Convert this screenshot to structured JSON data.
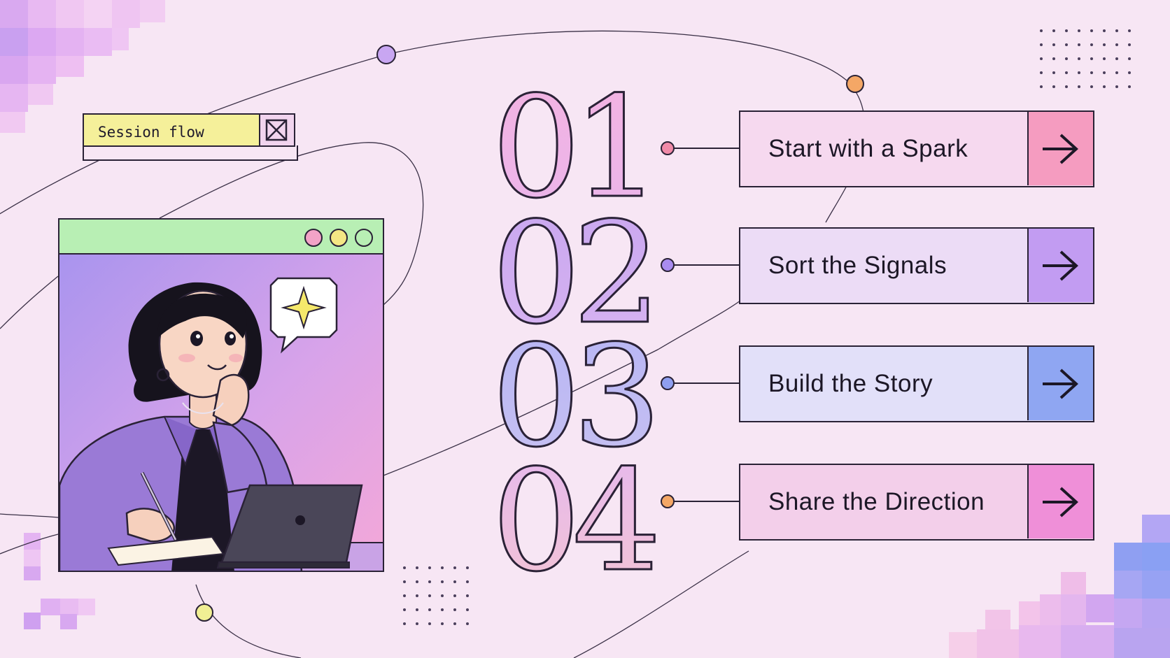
{
  "session_chip": {
    "label": "Session flow",
    "close_icon": "close-box-icon"
  },
  "illustration": {
    "window_dots": [
      "#f2a3c7",
      "#f4e784",
      "#b8efb4"
    ],
    "subject": "woman-thinking-with-tablet",
    "speech_bubble_icon": "sparkle-icon"
  },
  "steps": [
    {
      "number": "01",
      "label": "Start with a Spark",
      "arrow_icon": "arrow-right-icon",
      "accent": "#f59cc0",
      "panel": "#f6d9ef",
      "numeral_top": "#f2b3e2",
      "numeral_bottom": "#ebb4ea",
      "connector_dot": "#f08aa8"
    },
    {
      "number": "02",
      "label": "Sort the Signals",
      "arrow_icon": "arrow-right-icon",
      "accent": "#c29cf2",
      "panel": "#ecdcf6",
      "numeral_top": "#c9a7f0",
      "numeral_bottom": "#d6b3f1",
      "connector_dot": "#a98cf0"
    },
    {
      "number": "03",
      "label": "Build the Story",
      "arrow_icon": "arrow-right-icon",
      "accent": "#8fa6f2",
      "panel": "#e2e0f9",
      "numeral_top": "#b8b6f4",
      "numeral_bottom": "#c6c0f2",
      "connector_dot": "#8f9ff0"
    },
    {
      "number": "04",
      "label": "Share the Direction",
      "arrow_icon": "arrow-right-icon",
      "accent": "#ef8fd8",
      "panel": "#f3cfea",
      "numeral_top": "#e6b9ec",
      "numeral_bottom": "#f2c3d6",
      "connector_dot": "#f4a766"
    }
  ],
  "colors": {
    "background": "#f7e6f4",
    "outline": "#2a2236"
  }
}
